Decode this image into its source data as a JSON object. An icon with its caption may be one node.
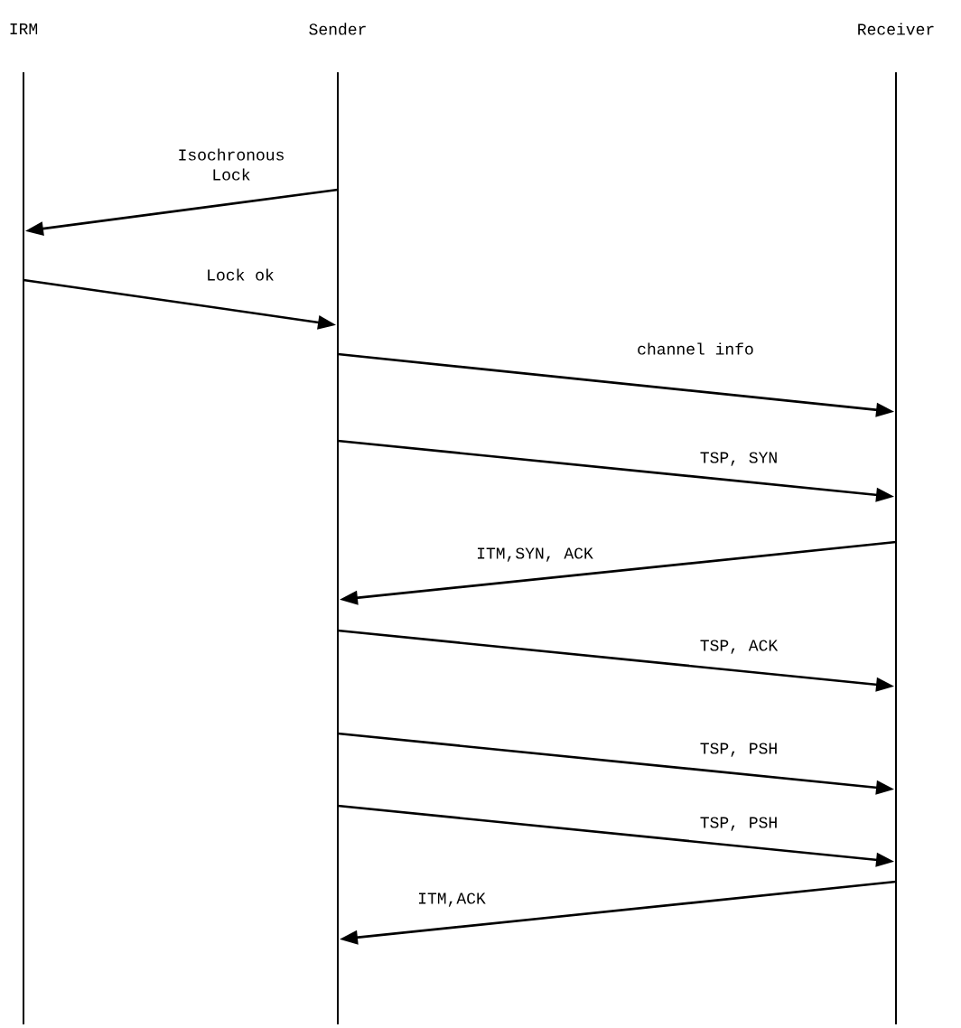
{
  "diagram": {
    "nodes": [
      {
        "text": [
          "IRM"
        ]
      },
      {
        "text": [
          "Sender"
        ]
      },
      {
        "text": [
          "Receiver"
        ]
      }
    ],
    "edges": [
      {
        "from": 1,
        "to": 0,
        "arrow": "to",
        "label": "Isochronous Lock"
      },
      {
        "from": 0,
        "to": 1,
        "arrow": "to",
        "label": "Lock ok"
      },
      {
        "from": 1,
        "to": 2,
        "arrow": "to",
        "label": "channel info"
      },
      {
        "from": 1,
        "to": 2,
        "arrow": "to",
        "label": "TSP, SYN"
      },
      {
        "from": 2,
        "to": 1,
        "arrow": "to",
        "label": "ITM,SYN, ACK"
      },
      {
        "from": 1,
        "to": 2,
        "arrow": "to",
        "label": "TSP, ACK"
      },
      {
        "from": 1,
        "to": 2,
        "arrow": "to",
        "label": "TSP, PSH"
      },
      {
        "from": 1,
        "to": 2,
        "arrow": "to",
        "label": "TSP, PSH"
      },
      {
        "from": 2,
        "to": 1,
        "arrow": "to",
        "label": "ITM,ACK"
      }
    ]
  }
}
